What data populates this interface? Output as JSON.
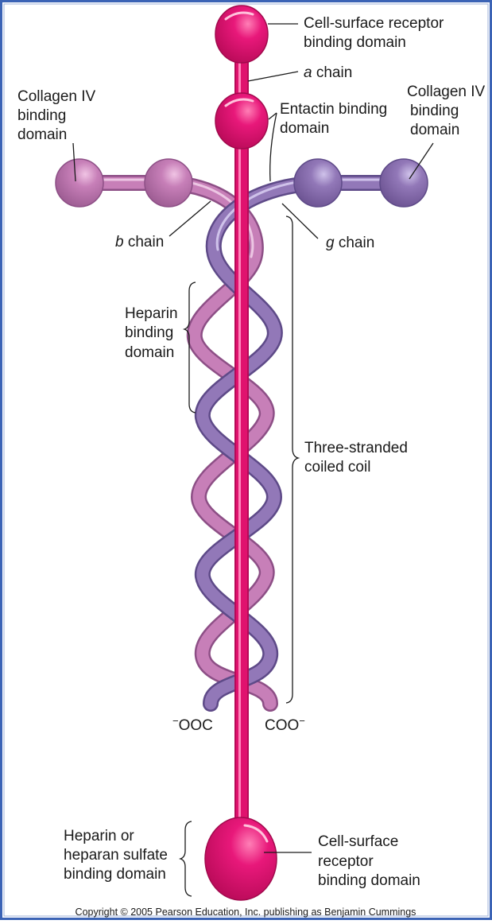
{
  "colors": {
    "alpha_chain": "#e0126e",
    "beta_chain": "#c77fb8",
    "gamma_chain": "#9278b8",
    "frame_border": "#3b63b5"
  },
  "labels": {
    "cell_surface_top": [
      "Cell-surface receptor",
      "binding domain"
    ],
    "alpha_chain": {
      "letter": "a",
      "word": " chain"
    },
    "collagen_left": [
      "Collagen IV",
      "binding",
      "domain"
    ],
    "entactin": [
      "Entactin binding",
      "domain"
    ],
    "collagen_right": [
      "Collagen IV",
      "binding",
      "domain"
    ],
    "beta_chain": {
      "letter": "b",
      "word": " chain"
    },
    "gamma_chain": {
      "letter": "g",
      "word": " chain"
    },
    "heparin": [
      "Heparin",
      "binding",
      "domain"
    ],
    "coiled_coil": [
      "Three-stranded",
      "coiled coil"
    ],
    "terminus_left": {
      "sup": "−",
      "text": "OOC"
    },
    "terminus_right": {
      "text": "COO",
      "sup": "−"
    },
    "heparin_sulfate": [
      "Heparin or",
      "heparan sulfate",
      "binding domain"
    ],
    "cell_surface_bottom": [
      "Cell-surface",
      "receptor",
      "binding domain"
    ]
  },
  "copyright": "Copyright © 2005 Pearson Education, Inc. publishing as Benjamin Cummings"
}
